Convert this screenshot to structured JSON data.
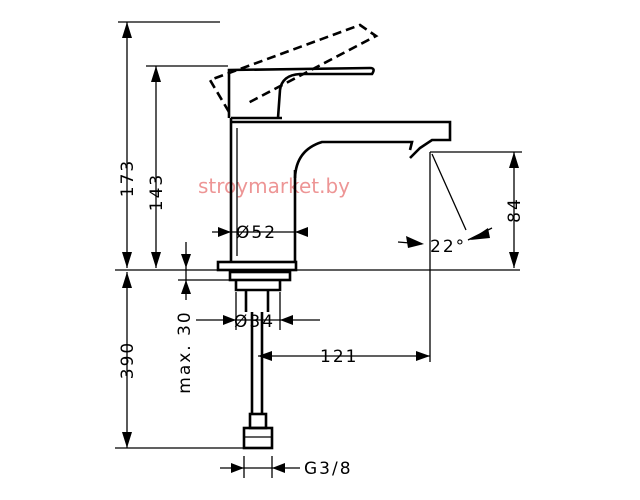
{
  "drawing": {
    "dimensions": {
      "total_height": "173",
      "lever_height": "143",
      "spout_height": "84",
      "spray_angle": "22°",
      "body_diameter": "Ø52",
      "thread_diameter": "Ø34",
      "max_thickness": "max. 30",
      "spout_reach": "121",
      "pipe_length": "390",
      "connection": "G3/8"
    },
    "watermark": "stroymarket.by"
  }
}
